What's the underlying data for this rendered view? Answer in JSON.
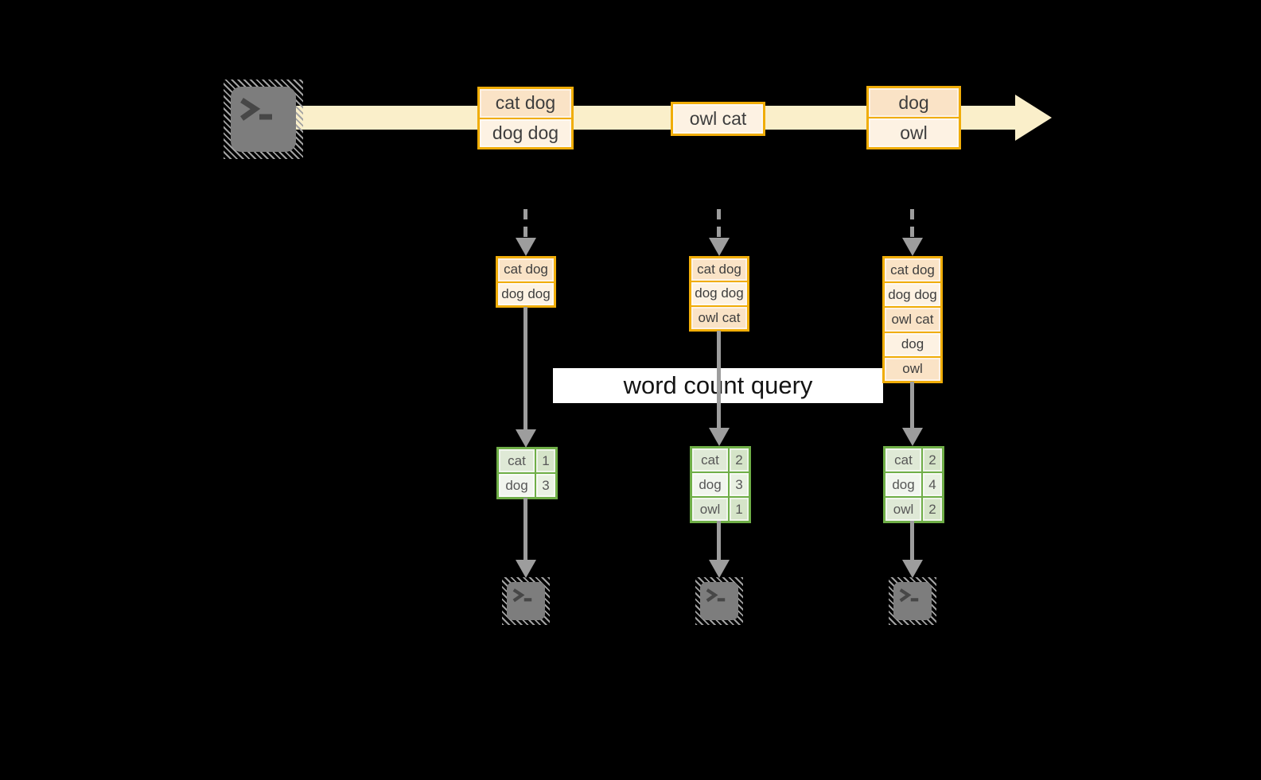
{
  "query_band": {
    "label": "word count query"
  },
  "timeline": {
    "batch1": {
      "row1": "cat dog",
      "row2": "dog dog"
    },
    "batch2": {
      "row1": "owl cat"
    },
    "batch3": {
      "row1": "dog",
      "row2": "owl"
    }
  },
  "micro_batches": {
    "col1": [
      "cat dog",
      "dog dog"
    ],
    "col2": [
      "cat dog",
      "dog dog",
      "owl cat"
    ],
    "col3": [
      "cat dog",
      "dog dog",
      "owl cat",
      "dog",
      "owl"
    ]
  },
  "count_tables": {
    "col1": [
      {
        "word": "cat",
        "count": "1"
      },
      {
        "word": "dog",
        "count": "3"
      }
    ],
    "col2": [
      {
        "word": "cat",
        "count": "2"
      },
      {
        "word": "dog",
        "count": "3"
      },
      {
        "word": "owl",
        "count": "1"
      }
    ],
    "col3": [
      {
        "word": "cat",
        "count": "2"
      },
      {
        "word": "dog",
        "count": "4"
      },
      {
        "word": "owl",
        "count": "2"
      }
    ]
  },
  "icons": {
    "source": "terminal-icon",
    "sink1": "terminal-icon",
    "sink2": "terminal-icon",
    "sink3": "terminal-icon"
  },
  "colors": {
    "background": "#000000",
    "stream_band": "#faefca",
    "record_border": "#f0ad08",
    "record_fill_dark": "#fae3c6",
    "record_fill_light": "#fdf2e3",
    "table_border": "#6fae47",
    "table_fill_green": "#dfe9d6",
    "table_fill_light": "#f1f5ee",
    "arrow_gray": "#9d9d9d",
    "terminal_gray": "#7d7d7d",
    "query_band_bg": "#ffffff"
  }
}
